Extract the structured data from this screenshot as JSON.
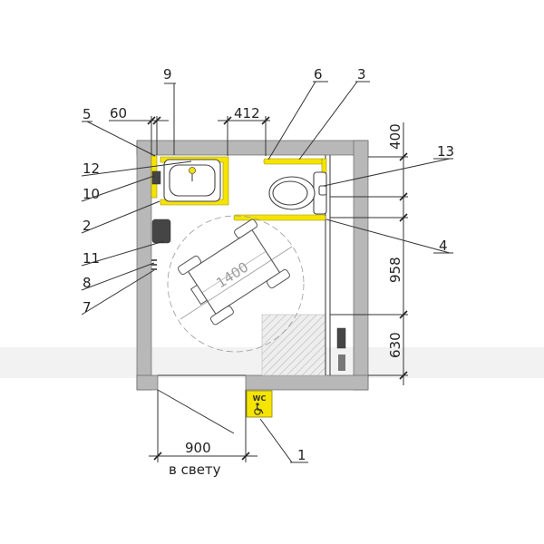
{
  "labels": {
    "l1": "1",
    "l2": "2",
    "l3": "3",
    "l4": "4",
    "l5": "5",
    "l6": "6",
    "l7": "7",
    "l8": "8",
    "l9": "9",
    "l10": "10",
    "l11": "11",
    "l12": "12",
    "l13": "13"
  },
  "dims": {
    "d60": "60",
    "d412": "412",
    "d400": "400",
    "d958": "958",
    "d630": "630",
    "d900": "900",
    "clear": "в свету",
    "turn": "1400"
  },
  "sign": {
    "text": "WC",
    "icon": "wheelchair-icon"
  },
  "colors": {
    "wall": "#b8b8b8",
    "grab_bar": "#f5e400",
    "floor_zone": "#d9d9d9"
  }
}
